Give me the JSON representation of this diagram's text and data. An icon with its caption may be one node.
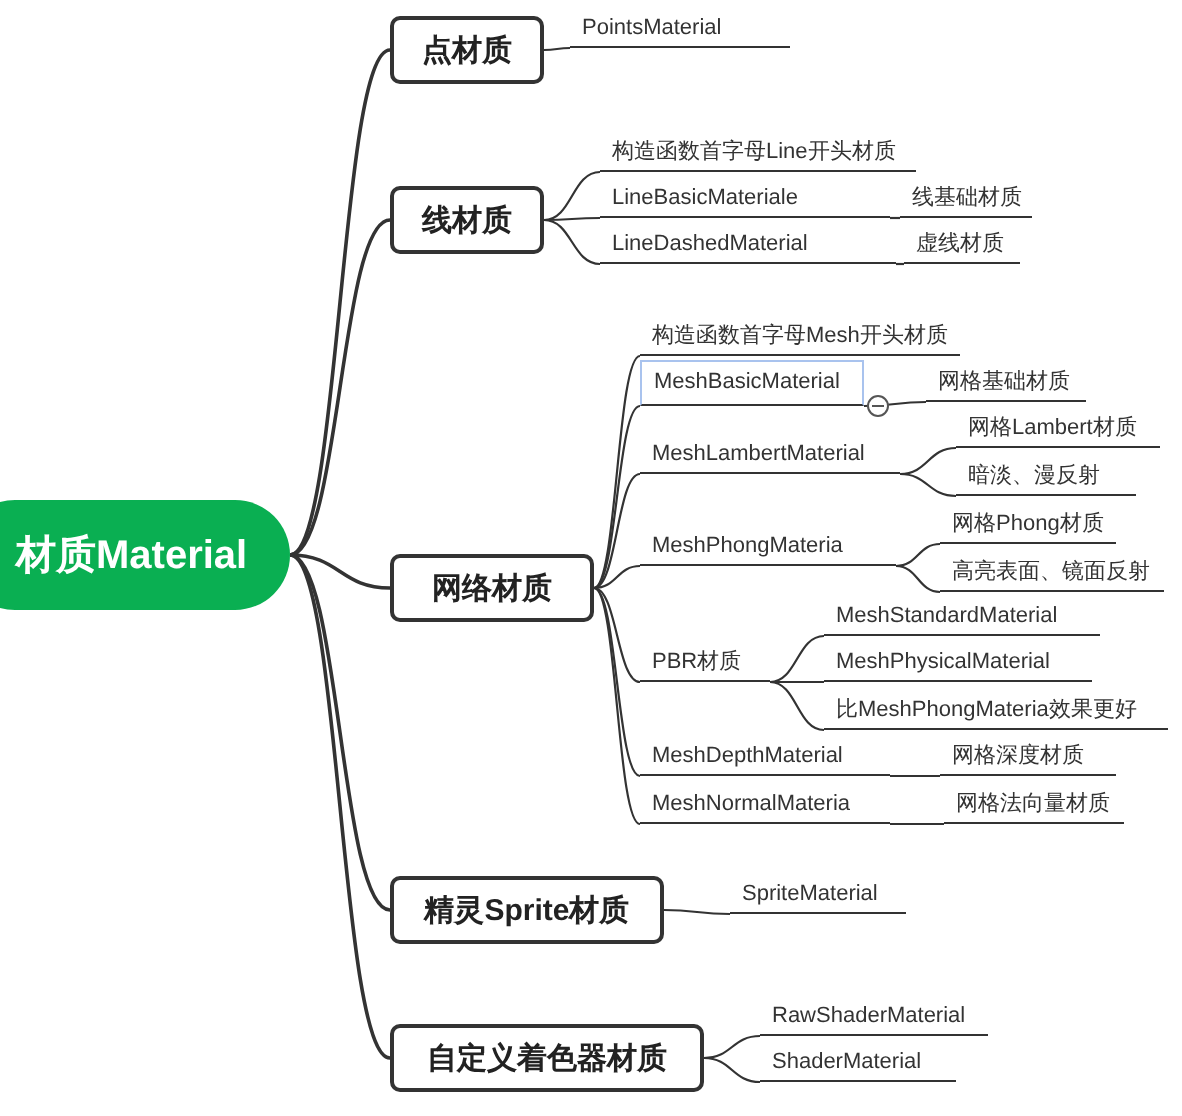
{
  "diagram": {
    "nodes": [
      {
        "text": [
          "材质Material"
        ]
      },
      {
        "text": [
          "点材质"
        ]
      },
      {
        "text": [
          "PointsMaterial"
        ]
      },
      {
        "text": [
          "线材质"
        ]
      },
      {
        "text": [
          "构造函数首字母Line开头材质"
        ]
      },
      {
        "text": [
          "LineBasicMateriale"
        ]
      },
      {
        "text": [
          "线基础材质"
        ]
      },
      {
        "text": [
          "LineDashedMaterial"
        ]
      },
      {
        "text": [
          "虚线材质"
        ]
      },
      {
        "text": [
          "网络材质"
        ]
      },
      {
        "text": [
          "构造函数首字母Mesh开头材质"
        ]
      },
      {
        "text": [
          "MeshBasicMaterial"
        ]
      },
      {
        "text": [
          "网格基础材质"
        ]
      },
      {
        "text": [
          "MeshLambertMaterial"
        ]
      },
      {
        "text": [
          "网格Lambert材质"
        ]
      },
      {
        "text": [
          "暗淡、漫反射"
        ]
      },
      {
        "text": [
          "MeshPhongMateria"
        ]
      },
      {
        "text": [
          "网格Phong材质"
        ]
      },
      {
        "text": [
          "高亮表面、镜面反射"
        ]
      },
      {
        "text": [
          "PBR材质"
        ]
      },
      {
        "text": [
          "MeshStandardMaterial"
        ]
      },
      {
        "text": [
          "MeshPhysicalMaterial"
        ]
      },
      {
        "text": [
          "比MeshPhongMateria效果更好"
        ]
      },
      {
        "text": [
          "MeshDepthMaterial"
        ]
      },
      {
        "text": [
          "网格深度材质"
        ]
      },
      {
        "text": [
          "MeshNormalMateria"
        ]
      },
      {
        "text": [
          "网格法向量材质"
        ]
      },
      {
        "text": [
          "精灵Sprite材质"
        ]
      },
      {
        "text": [
          "SpriteMaterial"
        ]
      },
      {
        "text": [
          "自定义着色器材质"
        ]
      },
      {
        "text": [
          "RawShaderMaterial"
        ]
      },
      {
        "text": [
          "ShaderMaterial"
        ]
      }
    ],
    "edges": [
      {
        "from": 0,
        "to": 1,
        "arrow": "none"
      },
      {
        "from": 0,
        "to": 3,
        "arrow": "none"
      },
      {
        "from": 0,
        "to": 9,
        "arrow": "none"
      },
      {
        "from": 0,
        "to": 27,
        "arrow": "none"
      },
      {
        "from": 0,
        "to": 29,
        "arrow": "none"
      },
      {
        "from": 1,
        "to": 2,
        "arrow": "none"
      },
      {
        "from": 3,
        "to": 4,
        "arrow": "none"
      },
      {
        "from": 3,
        "to": 5,
        "arrow": "none"
      },
      {
        "from": 3,
        "to": 7,
        "arrow": "none"
      },
      {
        "from": 5,
        "to": 6,
        "arrow": "none"
      },
      {
        "from": 7,
        "to": 8,
        "arrow": "none"
      },
      {
        "from": 9,
        "to": 10,
        "arrow": "none"
      },
      {
        "from": 9,
        "to": 11,
        "arrow": "none"
      },
      {
        "from": 9,
        "to": 13,
        "arrow": "none"
      },
      {
        "from": 9,
        "to": 16,
        "arrow": "none"
      },
      {
        "from": 9,
        "to": 19,
        "arrow": "none"
      },
      {
        "from": 9,
        "to": 23,
        "arrow": "none"
      },
      {
        "from": 9,
        "to": 25,
        "arrow": "none"
      },
      {
        "from": 11,
        "to": 12,
        "arrow": "none"
      },
      {
        "from": 13,
        "to": 14,
        "arrow": "none"
      },
      {
        "from": 13,
        "to": 15,
        "arrow": "none"
      },
      {
        "from": 16,
        "to": 17,
        "arrow": "none"
      },
      {
        "from": 16,
        "to": 18,
        "arrow": "none"
      },
      {
        "from": 19,
        "to": 20,
        "arrow": "none"
      },
      {
        "from": 19,
        "to": 21,
        "arrow": "none"
      },
      {
        "from": 19,
        "to": 22,
        "arrow": "none"
      },
      {
        "from": 23,
        "to": 24,
        "arrow": "none"
      },
      {
        "from": 25,
        "to": 26,
        "arrow": "none"
      },
      {
        "from": 27,
        "to": 28,
        "arrow": "none"
      },
      {
        "from": 29,
        "to": 30,
        "arrow": "none"
      },
      {
        "from": 29,
        "to": 31,
        "arrow": "none"
      }
    ]
  }
}
